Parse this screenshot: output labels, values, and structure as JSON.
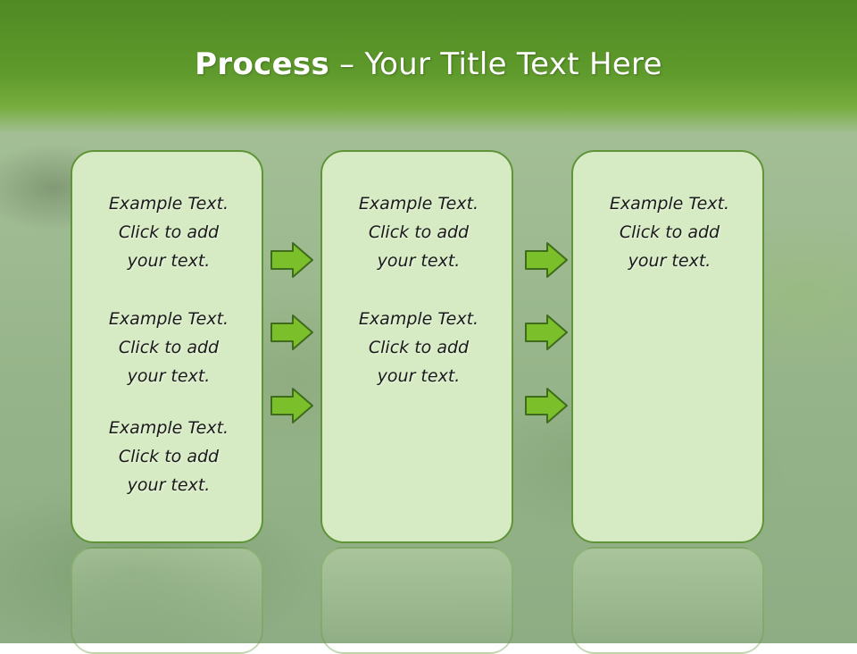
{
  "slide": {
    "title_bold": "Process",
    "title_rest": " – Your Title Text Here",
    "colors": {
      "title_bar": "#5f9a2c",
      "panel_fill": "#d6ebc3",
      "panel_border": "#5f9438",
      "arrow_fill": "#7bbf2a"
    }
  },
  "columns": [
    {
      "blocks": [
        {
          "line1": "Example Text.",
          "line2": "Click  to add",
          "line3": "your text."
        },
        {
          "line1": "Example Text.",
          "line2": "Click  to add",
          "line3": "your text."
        },
        {
          "line1": "Example Text.",
          "line2": "Click  to add",
          "line3": "your text."
        }
      ]
    },
    {
      "blocks": [
        {
          "line1": "Example Text.",
          "line2": "Click  to add",
          "line3": "your text."
        },
        {
          "line1": "Example Text.",
          "line2": "Click  to add",
          "line3": "your text."
        }
      ]
    },
    {
      "blocks": [
        {
          "line1": "Example Text.",
          "line2": "Click  to add",
          "line3": "your text."
        }
      ]
    }
  ],
  "arrows": {
    "icon": "right-arrow-icon",
    "count_group1": 3,
    "count_group2": 3
  }
}
